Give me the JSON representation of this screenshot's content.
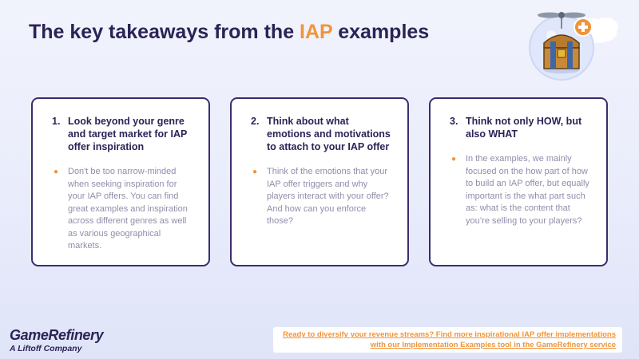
{
  "title": {
    "prefix": "The key takeaways from the ",
    "highlight": "IAP",
    "suffix": " examples"
  },
  "cards": [
    {
      "number": "1.",
      "title": "Look beyond your genre and target market for IAP offer inspiration",
      "body": "Don't be too narrow-minded when seeking inspiration for your IAP offers. You can find great examples and inspiration across different genres as well as various geographical markets."
    },
    {
      "number": "2.",
      "title": "Think about what emotions and motivations to attach to your IAP offer",
      "body": "Think of the emotions that your IAP offer triggers and why players interact with your offer? And how can you enforce those?"
    },
    {
      "number": "3.",
      "title": "Think not only HOW, but also WHAT",
      "body": "In the examples, we mainly focused on the how part of how to build an IAP offer, but equally important is the what part such as: what is the content that you’re selling to your players?"
    }
  ],
  "bullet_glyph": "●",
  "brand": {
    "logo": "GameRefinery",
    "tagline": "A Liftoff Company"
  },
  "cta": {
    "line1": "Ready to diversify your revenue streams? Find more inspirational IAP offer implementations",
    "line2": "with our Implementation Examples tool in the GameRefinery service"
  },
  "colors": {
    "accent": "#f0943a",
    "navy": "#2b2356",
    "card_border": "#3b2d6e",
    "body_text": "#8f8eaa"
  },
  "icons": [
    "treasure-chest-icon",
    "propeller-icon",
    "plus-badge-icon",
    "cloud-icon"
  ]
}
